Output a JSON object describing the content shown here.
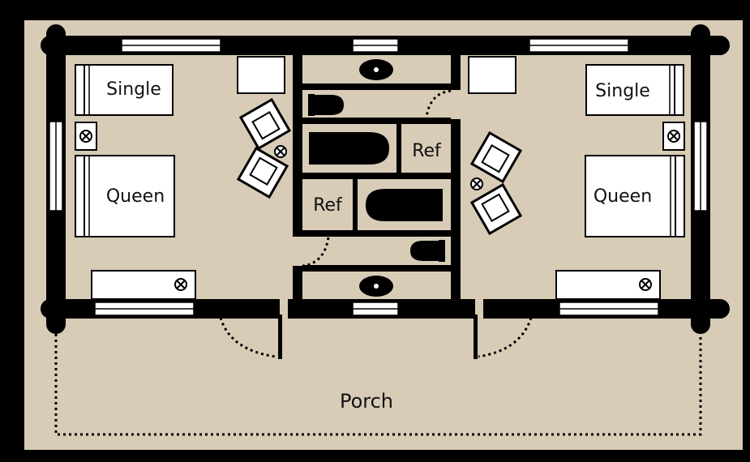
{
  "colors": {
    "background": "#000000",
    "floor": "#d8ccb7",
    "wall": "#000000",
    "furniture": "#ffffff"
  },
  "labels": {
    "single_left": "Single",
    "queen_left": "Queen",
    "single_right": "Single",
    "queen_right": "Queen",
    "ref_upper": "Ref",
    "ref_lower": "Ref",
    "porch": "Porch"
  },
  "icons": [
    "nightstand-lamp-icon",
    "chair-icon",
    "toilet-icon",
    "bathtub-icon",
    "sink-icon",
    "door-swing-icon"
  ]
}
